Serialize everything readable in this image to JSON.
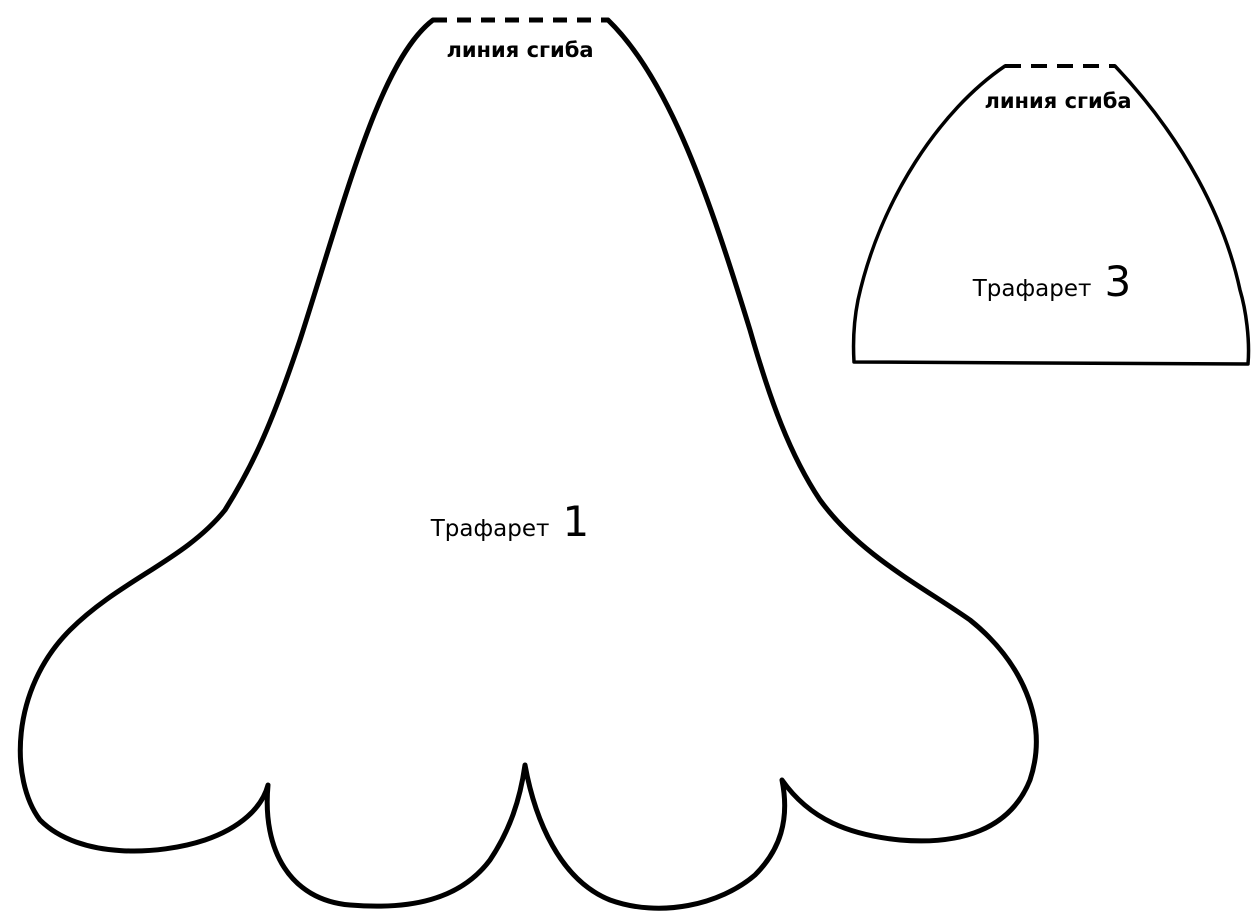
{
  "stencil_1": {
    "fold_line_label": "линия сгиба",
    "title_word": "Трафарет",
    "title_number": "1"
  },
  "stencil_3": {
    "fold_line_label": "линия сгиба",
    "title_word": "Трафарет",
    "title_number": "3"
  },
  "colors": {
    "stroke": "#000000",
    "background": "#ffffff"
  }
}
